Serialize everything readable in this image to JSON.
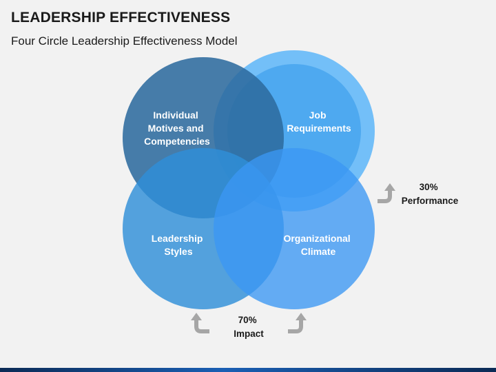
{
  "header": {
    "title": "LEADERSHIP EFFECTIVENESS",
    "subtitle": "Four Circle Leadership Effectiveness Model"
  },
  "circles": [
    {
      "id": "individual",
      "lines": [
        "Individual",
        "Motives and",
        "Competencies"
      ],
      "color": "#2e6b9e"
    },
    {
      "id": "job",
      "lines": [
        "Job",
        "Requirements"
      ],
      "color": "#4aa6ee"
    },
    {
      "id": "leadership",
      "lines": [
        "Leadership",
        "Styles"
      ],
      "color": "#2f8fd8"
    },
    {
      "id": "climate",
      "lines": [
        "Organizational",
        "Climate"
      ],
      "color": "#3b97f4"
    }
  ],
  "stats": {
    "performance": {
      "percent": "30%",
      "label": "Performance"
    },
    "impact": {
      "percent": "70%",
      "label": "Impact"
    }
  },
  "colors": {
    "arrow": "#a6a6a6",
    "job_ring": "#6cbcf8"
  }
}
